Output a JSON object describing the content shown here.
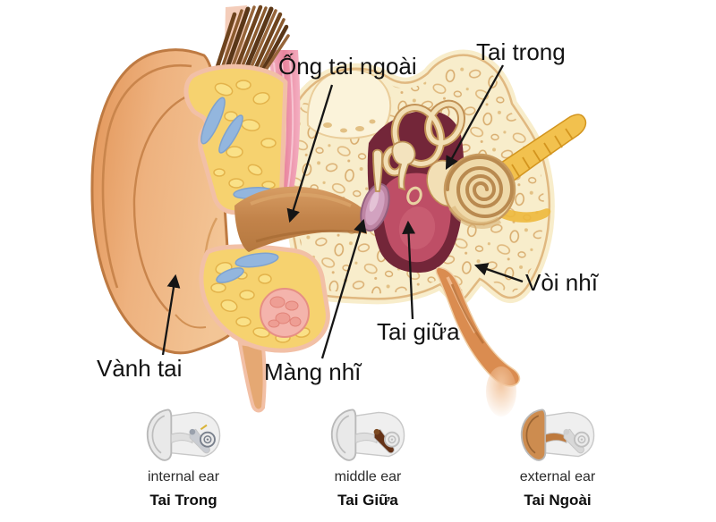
{
  "diagram": {
    "title_present": false,
    "labels": {
      "ong_tai_ngoai": "Ống tai ngoài",
      "tai_trong": "Tai trong",
      "voi_nhi": "Vòi nhĩ",
      "tai_giua": "Tai giữa",
      "mang_nhi": "Màng nhĩ",
      "vanh_tai": "Vành tai"
    }
  },
  "legend": {
    "items": [
      {
        "id": "internal-ear",
        "label_en": "internal ear",
        "label_vi": "Tai Trong"
      },
      {
        "id": "middle-ear",
        "label_en": "middle ear",
        "label_vi": "Tai Giữa"
      },
      {
        "id": "external-ear",
        "label_en": "external ear",
        "label_vi": "Tai Ngoài"
      }
    ]
  },
  "colors": {
    "background": "#ffffff",
    "label_text": "#121212",
    "arrow": "#151515",
    "skin_pinna": "#eda873",
    "bone_cream": "#f8edcb",
    "bone_texture": "#dcb277",
    "fat_yellow": "#f6d26f",
    "cartilage_blue": "#93b6de",
    "muscle_pink": "#e8849d",
    "middle_ear_maroon": "#732639",
    "middle_ear_crimson": "#be4e66",
    "eardrum_mauve": "#be85a4",
    "nerve_yellow": "#f2c14e",
    "eustachian_tan": "#da8c50",
    "legend_gray": "#e9e9e9",
    "legend_brown": "#653318",
    "legend_orange": "#cd8c4f"
  }
}
